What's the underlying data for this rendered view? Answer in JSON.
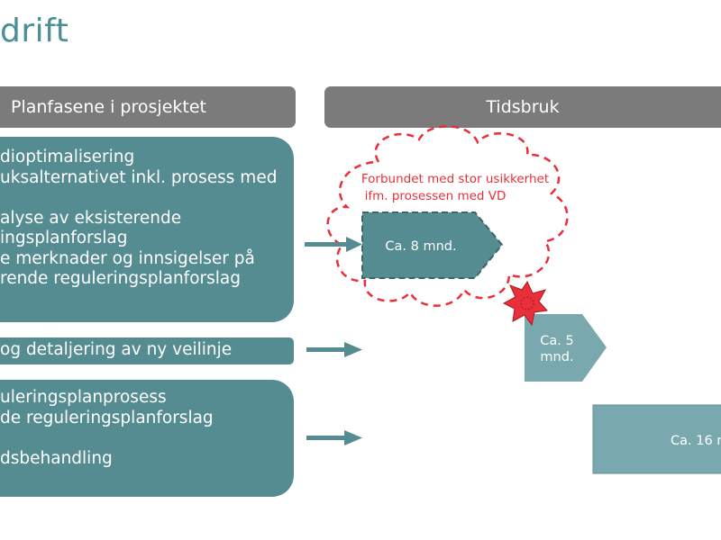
{
  "page": {
    "title": "drift"
  },
  "headers": {
    "left": "Planfasene i prosjektet",
    "right": "Tidsbruk"
  },
  "phases": [
    {
      "lines": [
        "dioptimalisering",
        "uksalternativet inkl. prosess med",
        "",
        "alyse av eksisterende",
        "ingsplanforslag",
        "e merknader og innsigelser på",
        "rende reguleringsplanforslag"
      ]
    },
    {
      "lines": [
        "og detaljering av ny veilinje"
      ]
    },
    {
      "lines": [
        "uleringsplanprosess",
        "de reguleringsplanforslag",
        "",
        "dsbehandling"
      ]
    }
  ],
  "timeline": {
    "cloud_note_line1": "Forbundet med stor usikkerhet",
    "cloud_note_line2": "ifm. prosessen med VD",
    "block1_label": "Ca. 8 mnd.",
    "block2_label_line1": "Ca. 5",
    "block2_label_line2": "mnd.",
    "block3_label": "Ca. 16 m"
  },
  "colors": {
    "teal": "#558c92",
    "teal_light": "#79a9ae",
    "header_gray": "#7b7b7b",
    "risk_red": "#e8303a",
    "title_teal": "#4a8f97"
  }
}
